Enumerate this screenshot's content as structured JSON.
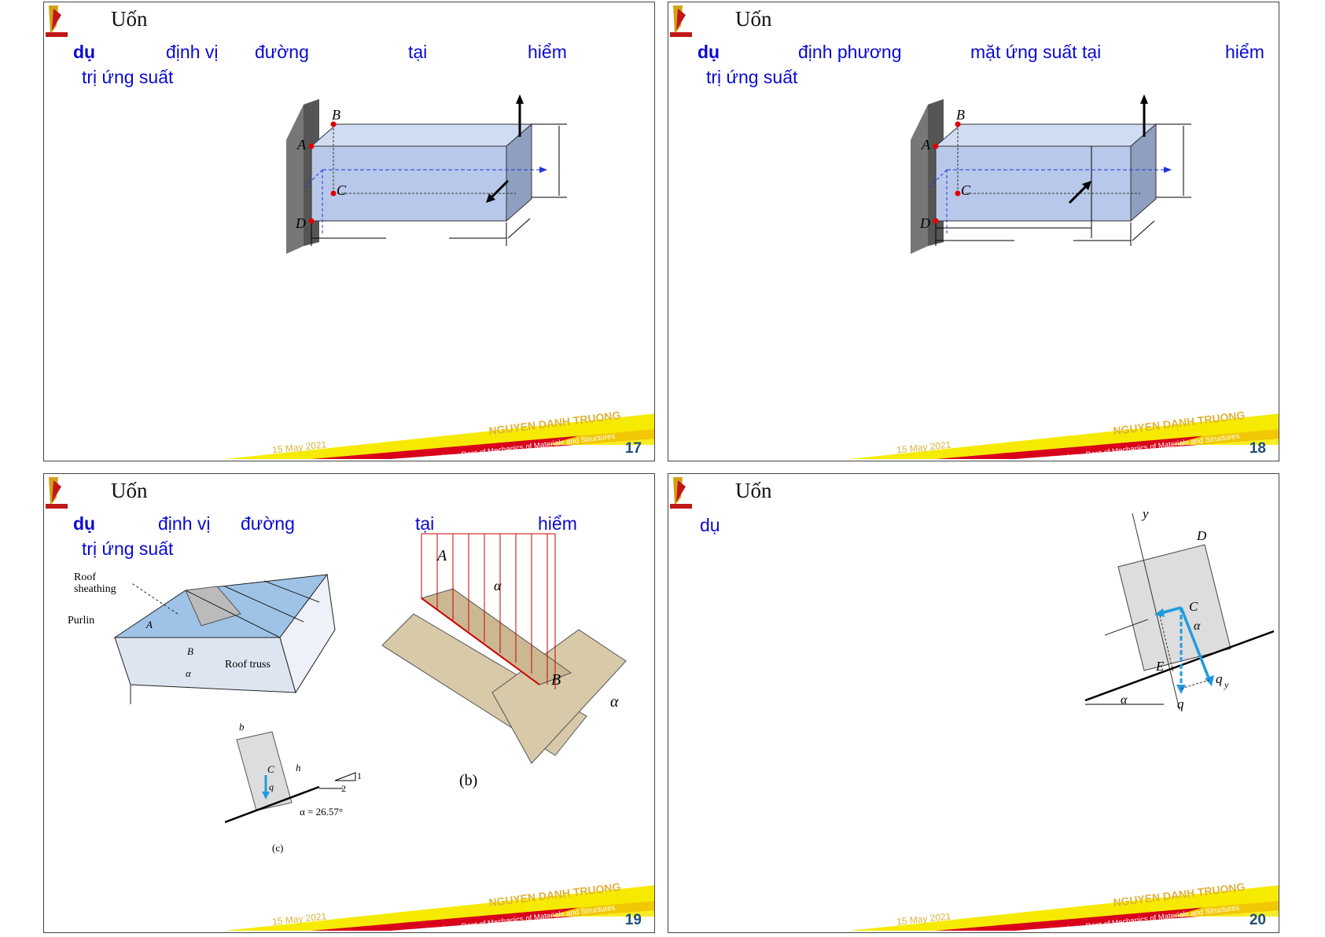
{
  "slides": [
    {
      "title": "Uốn",
      "heading": {
        "w1": "dụ",
        "w2": "định vị",
        "w3": "đường",
        "w4": "tại",
        "w5": "hiểm"
      },
      "heading2": "trị ứng suất",
      "labels": {
        "a": "A",
        "b": "B",
        "c": "C",
        "d": "D"
      },
      "date": "15 May 2021",
      "author": "NGUYEN DANH TRUONG",
      "school": "School of Mechanical Engineering – Dept of Mechanics of Materials and Structures",
      "page": "17"
    },
    {
      "title": "Uốn",
      "heading": {
        "w1": "dụ",
        "w2": "định phương",
        "w3": "mặt ứng suất tại",
        "w4": "hiểm"
      },
      "heading2": "trị ứng suất",
      "labels": {
        "a": "A",
        "b": "B",
        "c": "C",
        "d": "D"
      },
      "date": "15 May 2021",
      "author": "NGUYEN DANH TRUONG",
      "school": "School of Mechanical Engineering – Dept of Mechanics of Materials and Structures",
      "page": "18"
    },
    {
      "title": "Uốn",
      "heading": {
        "w1": "dụ",
        "w2": "định vị",
        "w3": "đường",
        "w4": "tại",
        "w5": "hiểm"
      },
      "heading2": "trị ứng suất",
      "labels": {
        "roof_sheathing_1": "Roof",
        "roof_sheathing_2": "sheathing",
        "purlin": "Purlin",
        "roof_truss": "Roof truss",
        "a": "A",
        "b": "B",
        "alpha": "α",
        "b_dim": "b",
        "h_dim": "h",
        "c": "C",
        "q": "q",
        "slope_1": "1",
        "slope_2": "2",
        "alpha_value": "α = 26.57°",
        "caption_c": "(c)",
        "caption_b": "(b)"
      },
      "date": "15 May 2021",
      "author": "NGUYEN DANH TRUONG",
      "school": "School of Mechanical Engineering – Dept of Mechanics of Materials and Structures",
      "page": "19"
    },
    {
      "title": "Uốn",
      "heading": {
        "w1": "dụ"
      },
      "labels": {
        "y": "y",
        "d": "D",
        "c": "C",
        "alpha": "α",
        "e": "E",
        "qy": "q",
        "qy_sub": "y",
        "q": "q"
      },
      "date": "15 May 2021",
      "author": "NGUYEN DANH TRUONG",
      "school": "School of Mechanical Engineering – Dept of Mechanics of Materials and Structures",
      "page": "20"
    }
  ],
  "colors": {
    "heading": "#0a0ad0",
    "stripe_yellow": "#f6ea00",
    "stripe_red": "#d9001b",
    "page_num": "#1f4e79",
    "beam": "#b7c8ea",
    "marker": "#e00000"
  }
}
